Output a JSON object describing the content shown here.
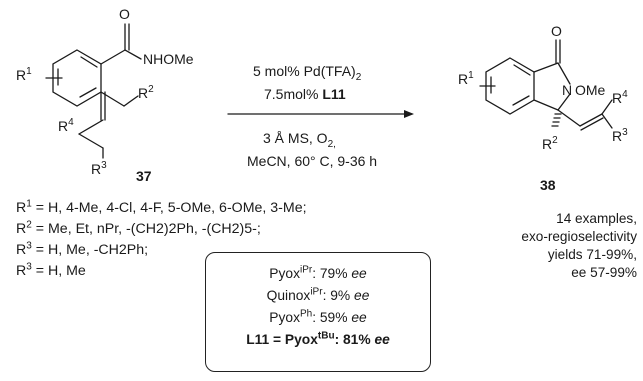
{
  "conditions": {
    "line1": "5 mol% Pd(TFA)",
    "line1_sub": "2",
    "line2_pre": "7.5mol% ",
    "line2_bold": "L11",
    "line3": "3 Å MS, O",
    "line3_sub": "2,",
    "line4": "MeCN, 60° C, 9-36 h"
  },
  "reactant": {
    "id": "37",
    "labels": {
      "r1": "R",
      "r1_sup": "1",
      "r2": "R",
      "r2_sup": "2",
      "r3": "R",
      "r3_sup": "3",
      "r4": "R",
      "r4_sup": "4",
      "o": "O",
      "nh": "NHOMe"
    }
  },
  "product": {
    "id": "38",
    "labels": {
      "r1": "R",
      "r1_sup": "1",
      "r2": "R",
      "r2_sup": "2",
      "r3": "R",
      "r3_sup": "3",
      "r4": "R",
      "r4_sup": "4",
      "o": "O",
      "n": "N",
      "ome": "OMe"
    }
  },
  "substituents": [
    {
      "label": "R",
      "sup": "1",
      "text": " = H, 4-Me, 4-Cl, 4-F, 5-OMe, 6-OMe, 3-Me;"
    },
    {
      "label": "R",
      "sup": "2",
      "text": " = Me, Et, nPr, -(CH2)2Ph, -(CH2)5-;"
    },
    {
      "label": "R",
      "sup": "3",
      "text": " = H, Me, -CH2Ph;"
    },
    {
      "label": "R",
      "sup": "3",
      "text": " = H, Me"
    }
  ],
  "summary": [
    "14 examples,",
    "exo-regioselectivity",
    "yields 71-99%,",
    "ee 57-99%"
  ],
  "ligands": [
    {
      "name": "Pyox",
      "sup": "iPr",
      "value": ": 79% ",
      "ee": "ee"
    },
    {
      "name": "Quinox",
      "sup": "iPr",
      "value": ": 9% ",
      "ee": "ee"
    },
    {
      "name": "Pyox",
      "sup": "Ph",
      "value": ": 59% ",
      "ee": "ee"
    },
    {
      "name": "L11 = Pyox",
      "sup": "tBu",
      "value": ": 81% ",
      "ee": "ee"
    }
  ]
}
